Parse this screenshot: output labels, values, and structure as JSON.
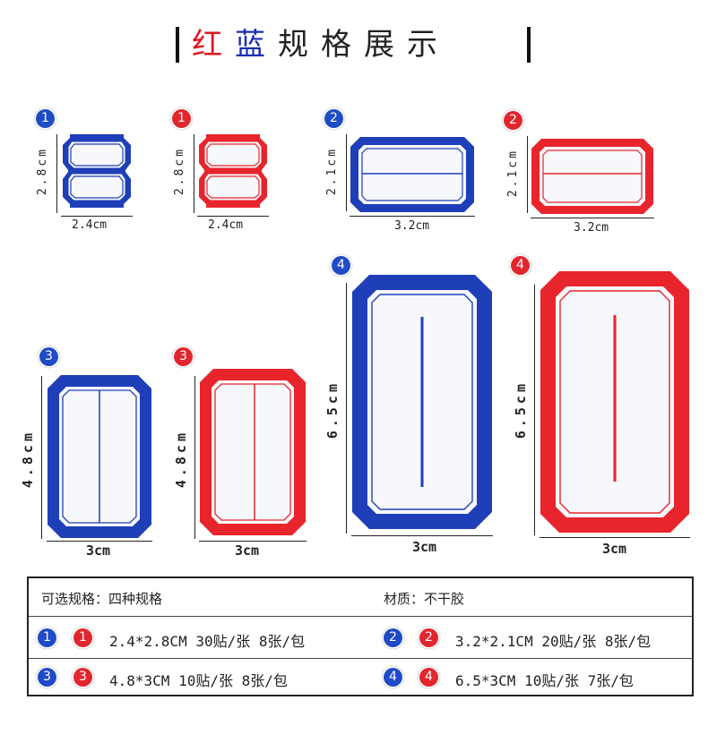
{
  "title": {
    "red": "红",
    "blue": "蓝",
    "rest": "规格展示"
  },
  "colors": {
    "blue": "#1f3fb8",
    "red": "#e8242c",
    "paper": "#f7f8fb"
  },
  "labels": [
    {
      "badge": "1",
      "color": "blue",
      "height_text": "2.8cm",
      "width_text": "2.4cm"
    },
    {
      "badge": "1",
      "color": "red",
      "height_text": "2.8cm",
      "width_text": "2.4cm"
    },
    {
      "badge": "2",
      "color": "blue",
      "height_text": "2.1cm",
      "width_text": "3.2cm"
    },
    {
      "badge": "2",
      "color": "red",
      "height_text": "2.1cm",
      "width_text": "3.2cm"
    },
    {
      "badge": "3",
      "color": "blue",
      "height_text": "4.8cm",
      "width_text": "3cm"
    },
    {
      "badge": "3",
      "color": "red",
      "height_text": "4.8cm",
      "width_text": "3cm"
    },
    {
      "badge": "4",
      "color": "blue",
      "height_text": "6.5cm",
      "width_text": "3cm"
    },
    {
      "badge": "4",
      "color": "red",
      "height_text": "6.5cm",
      "width_text": "3cm"
    }
  ],
  "table": {
    "header_left": "可选规格：四种规格",
    "header_right": "材质：不干胶",
    "rows": [
      {
        "badge_a": "1",
        "badge_b": "1",
        "spec": "2.4*2.8CM 30贴/张 8张/包"
      },
      {
        "badge_a": "2",
        "badge_b": "2",
        "spec": "3.2*2.1CM 20贴/张 8张/包"
      },
      {
        "badge_a": "3",
        "badge_b": "3",
        "spec": "4.8*3CM 10贴/张 8张/包"
      },
      {
        "badge_a": "4",
        "badge_b": "4",
        "spec": "6.5*3CM 10贴/张 7张/包"
      }
    ]
  }
}
